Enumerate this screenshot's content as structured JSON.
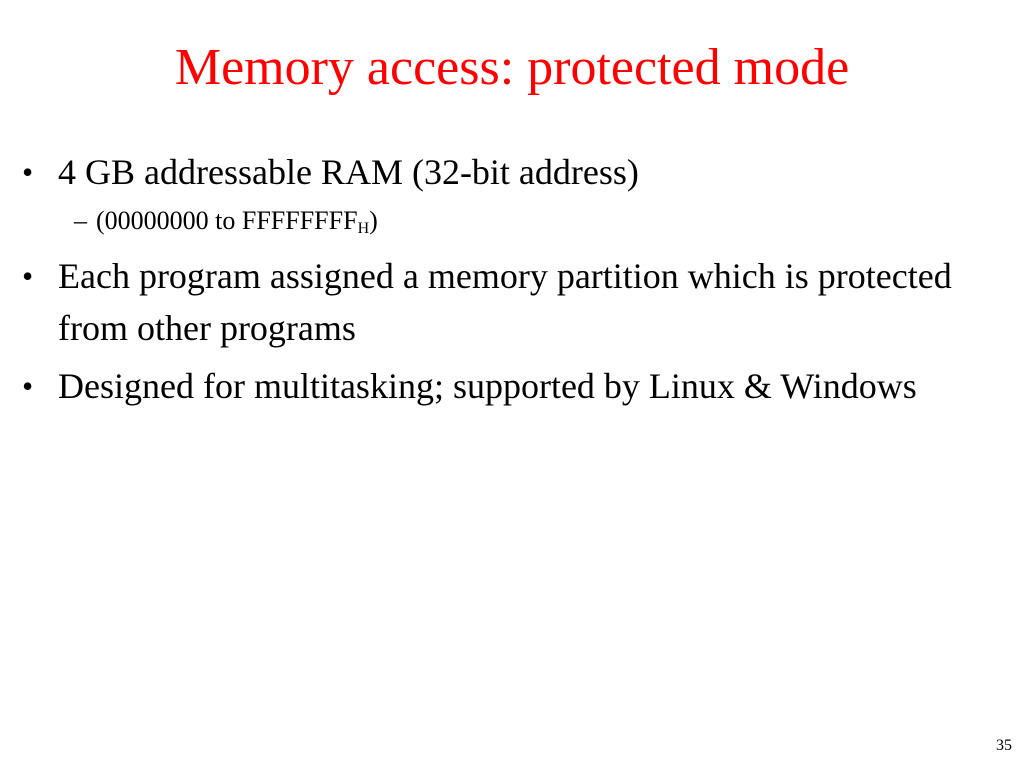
{
  "slide": {
    "title": "Memory access: protected mode",
    "bullets": [
      {
        "text": "4 GB addressable RAM (32-bit address)",
        "sub": {
          "prefix": "(00000000 to FFFFFFFF",
          "subscript": "H",
          "suffix": ")"
        }
      },
      {
        "text": "Each program assigned a memory partition which is protected from other programs"
      },
      {
        "text": "Designed for multitasking; supported by Linux & Windows"
      }
    ],
    "bullet_mark": "•",
    "sub_mark": "–",
    "page_number": "35"
  },
  "colors": {
    "title": "#ff0000",
    "text": "#000000",
    "background": "#ffffff"
  }
}
